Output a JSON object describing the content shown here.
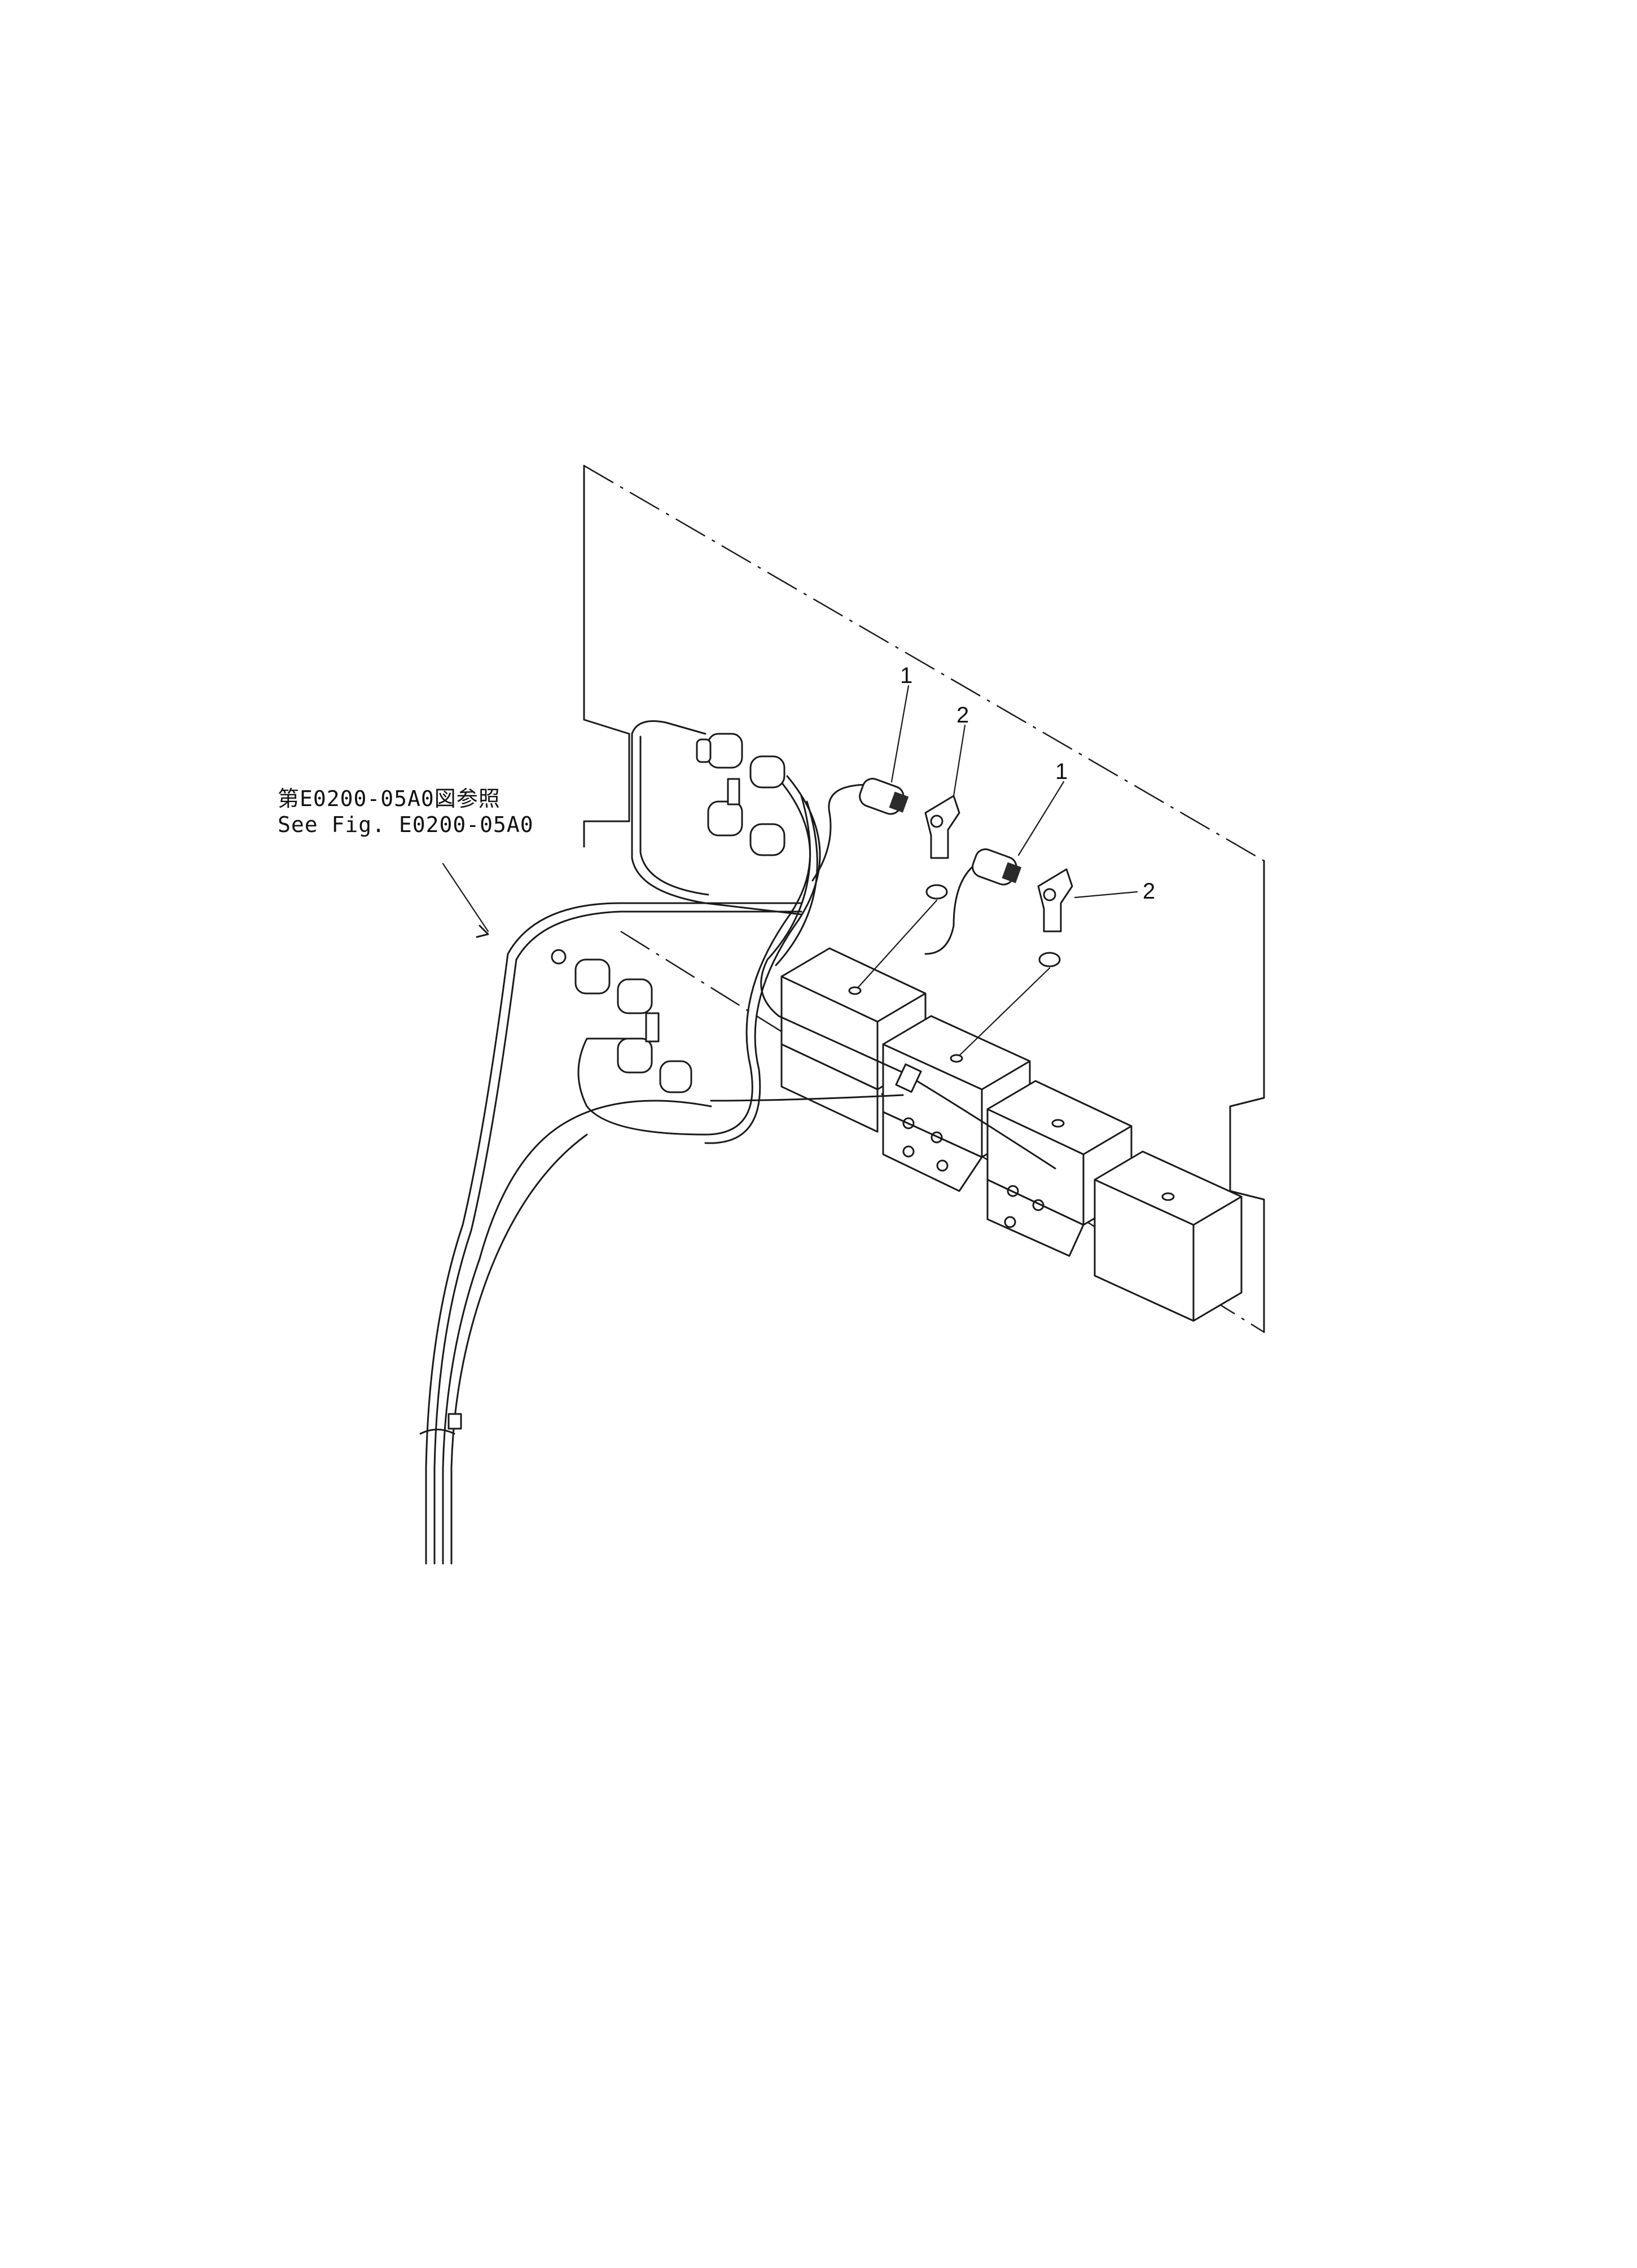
{
  "reference_note": {
    "japanese": "第E0200-05A0図参照",
    "english": "See Fig. E0200-05A0"
  },
  "callouts": [
    {
      "number": "1"
    },
    {
      "number": "2"
    },
    {
      "number": "1"
    },
    {
      "number": "2"
    }
  ]
}
